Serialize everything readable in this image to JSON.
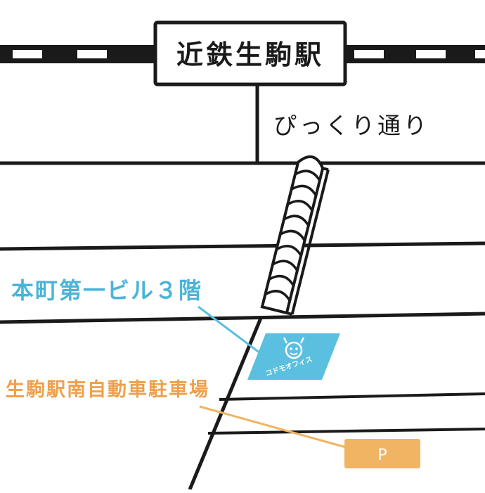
{
  "station": {
    "label": "近鉄生駒駅"
  },
  "street": {
    "label": "ぴっくり通り"
  },
  "building": {
    "label": "本町第一ビル３階"
  },
  "office": {
    "label": "コドモオフィス"
  },
  "parking": {
    "label": "生駒駅南自動車駐車場",
    "sign": "P"
  },
  "colors": {
    "line": "#1a1a1a",
    "building_label": "#4ab4d8",
    "office_sign": "#5bbfe0",
    "parking": "#f0b462",
    "parking_label": "#eea04c"
  }
}
